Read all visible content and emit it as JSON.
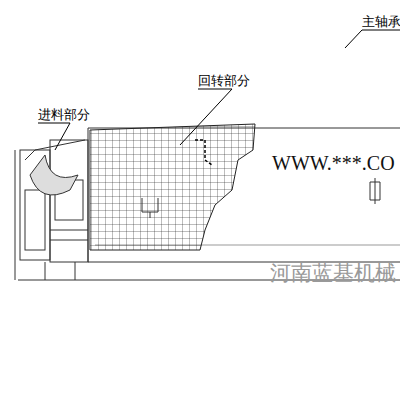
{
  "diagram": {
    "labels": [
      "进料部分",
      "回转部分",
      "主轴承",
      "WWW.***.CO",
      "河南蓝基机械"
    ]
  }
}
